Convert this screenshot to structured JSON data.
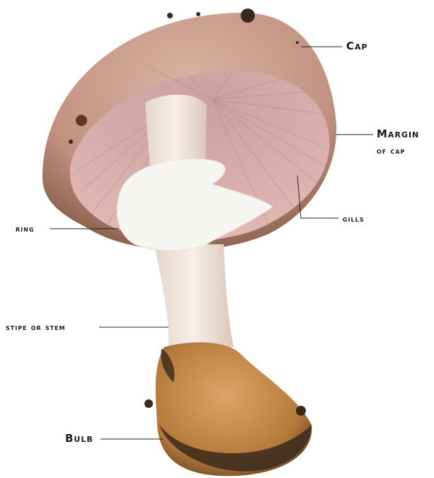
{
  "labels": {
    "cap": "Cap",
    "margin_of_cap_line1": "Margin",
    "margin_of_cap_line2": "of cap",
    "gills": "gills",
    "ring": "ring",
    "stipe_or_stem": "stipe or stem",
    "bulb": "Bulb"
  },
  "colors": {
    "cap_top": "#c89a88",
    "gills": "#d8aaa6",
    "stem": "#f0e8e2",
    "ring": "#f6f5f2",
    "bulb": "#c2823f",
    "soil": "#3a2a1c",
    "leader_line": "#222222"
  }
}
